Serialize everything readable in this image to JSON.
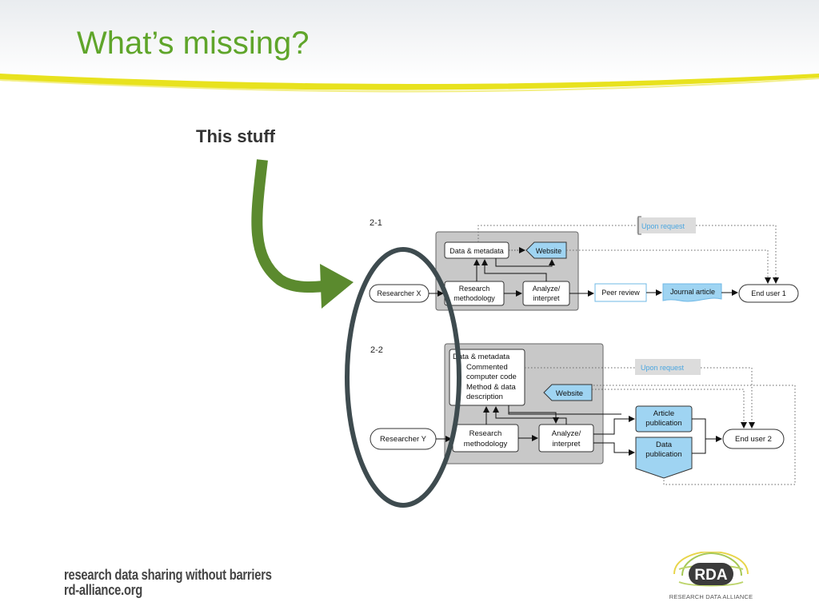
{
  "slide": {
    "title": "What’s missing?",
    "callout": "This stuff"
  },
  "footer": {
    "tagline": "research data sharing without barriers",
    "url": "rd-alliance.org",
    "logo_text": "RDA",
    "logo_caption": "RESEARCH DATA ALLIANCE"
  },
  "colors": {
    "title_green": "#5fa52a",
    "arrow_green": "#5b8a2e",
    "accent_yellow": "#e8e21e",
    "panel_gray": "#c8c8c8",
    "node_blue": "#9fd4f2",
    "ellipse_dark": "#3e4b4f"
  },
  "diagram": {
    "d1": {
      "label": "2-1",
      "upon_request": "Upon request",
      "data_metadata": "Data & metadata",
      "website": "Website",
      "researcher": "Researcher X",
      "methodology": [
        "Research",
        "methodology"
      ],
      "analyze": [
        "Analyze/",
        "interpret"
      ],
      "peer_review": "Peer review",
      "journal": "Journal article",
      "end_user": "End user 1"
    },
    "d2": {
      "label": "2-2",
      "data_metadata_title": "Data & metadata",
      "bullets": [
        "Commented",
        "computer code",
        "Method & data",
        "description"
      ],
      "upon_request": "Upon request",
      "website": "Website",
      "researcher": "Researcher Y",
      "methodology": [
        "Research",
        "methodology"
      ],
      "analyze": [
        "Analyze/",
        "interpret"
      ],
      "article": [
        "Article",
        "publication"
      ],
      "data_pub": [
        "Data",
        "publication"
      ],
      "end_user": "End user 2"
    }
  }
}
